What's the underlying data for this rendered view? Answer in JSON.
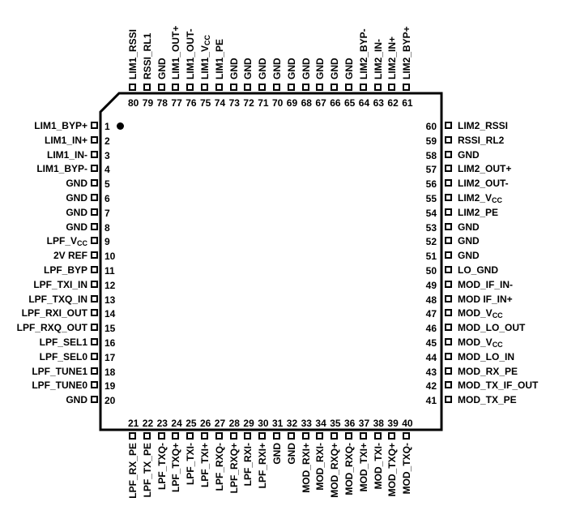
{
  "diagram": {
    "type": "ic-pinout",
    "package": "80-pin quad flat package (top view)",
    "pin1_marker": "dot"
  },
  "pins": {
    "left": [
      {
        "num": "1",
        "name": "LIM1_BYP+"
      },
      {
        "num": "2",
        "name": "LIM1_IN+"
      },
      {
        "num": "3",
        "name": "LIM1_IN-"
      },
      {
        "num": "4",
        "name": "LIM1_BYP-"
      },
      {
        "num": "5",
        "name": "GND"
      },
      {
        "num": "6",
        "name": "GND"
      },
      {
        "num": "7",
        "name": "GND"
      },
      {
        "num": "8",
        "name": "GND"
      },
      {
        "num": "9",
        "name": "LPF_V",
        "sub": "CC"
      },
      {
        "num": "10",
        "name": "2V REF"
      },
      {
        "num": "11",
        "name": "LPF_BYP"
      },
      {
        "num": "12",
        "name": "LPF_TXI_IN"
      },
      {
        "num": "13",
        "name": "LPF_TXQ_IN"
      },
      {
        "num": "14",
        "name": "LPF_RXI_OUT"
      },
      {
        "num": "15",
        "name": "LPF_RXQ_OUT"
      },
      {
        "num": "16",
        "name": "LPF_SEL1"
      },
      {
        "num": "17",
        "name": "LPF_SEL0"
      },
      {
        "num": "18",
        "name": "LPF_TUNE1"
      },
      {
        "num": "19",
        "name": "LPF_TUNE0"
      },
      {
        "num": "20",
        "name": "GND"
      }
    ],
    "bottom": [
      {
        "num": "21",
        "name": "LPF_RX_PE"
      },
      {
        "num": "22",
        "name": "LPF_TX_PE"
      },
      {
        "num": "23",
        "name": "LPF_TXQ-"
      },
      {
        "num": "24",
        "name": "LPF_TXQ+"
      },
      {
        "num": "25",
        "name": "LPF_TXI-"
      },
      {
        "num": "26",
        "name": "LPF_TXI+"
      },
      {
        "num": "27",
        "name": "LPF_RXQ-"
      },
      {
        "num": "28",
        "name": "LPF_RXQ+"
      },
      {
        "num": "29",
        "name": "LPF_RXI-"
      },
      {
        "num": "30",
        "name": "LPF_RXI+"
      },
      {
        "num": "31",
        "name": "GND"
      },
      {
        "num": "32",
        "name": "GND"
      },
      {
        "num": "33",
        "name": "MOD_RXI+"
      },
      {
        "num": "34",
        "name": "MOD_RXI-"
      },
      {
        "num": "35",
        "name": "MOD_RXQ+"
      },
      {
        "num": "36",
        "name": "MOD_RXQ-"
      },
      {
        "num": "37",
        "name": "MOD_TXI+"
      },
      {
        "num": "38",
        "name": "MOD_TXI-"
      },
      {
        "num": "39",
        "name": "MOD_TXQ+"
      },
      {
        "num": "40",
        "name": "MOD_TXQ-"
      }
    ],
    "right": [
      {
        "num": "60",
        "name": "LIM2_RSSI"
      },
      {
        "num": "59",
        "name": "RSSI_RL2"
      },
      {
        "num": "58",
        "name": "GND"
      },
      {
        "num": "57",
        "name": "LIM2_OUT+"
      },
      {
        "num": "56",
        "name": "LIM2_OUT-"
      },
      {
        "num": "55",
        "name": "LIM2_V",
        "sub": "CC"
      },
      {
        "num": "54",
        "name": "LIM2_PE"
      },
      {
        "num": "53",
        "name": "GND"
      },
      {
        "num": "52",
        "name": "GND"
      },
      {
        "num": "51",
        "name": "GND"
      },
      {
        "num": "50",
        "name": "LO_GND"
      },
      {
        "num": "49",
        "name": "MOD_IF_IN-"
      },
      {
        "num": "48",
        "name": "MOD IF_IN+"
      },
      {
        "num": "47",
        "name": "MOD_V",
        "sub": "CC"
      },
      {
        "num": "46",
        "name": "MOD_LO_OUT"
      },
      {
        "num": "45",
        "name": "MOD_V",
        "sub": "CC"
      },
      {
        "num": "44",
        "name": "MOD_LO_IN"
      },
      {
        "num": "43",
        "name": "MOD_RX_PE"
      },
      {
        "num": "42",
        "name": "MOD_TX_IF_OUT"
      },
      {
        "num": "41",
        "name": "MOD_TX_PE"
      }
    ],
    "top": [
      {
        "num": "80",
        "name": "LIM1_RSSI"
      },
      {
        "num": "79",
        "name": "RSSI_RL1"
      },
      {
        "num": "78",
        "name": "GND"
      },
      {
        "num": "77",
        "name": "LIM1_OUT+"
      },
      {
        "num": "76",
        "name": "LIM1_OUT-"
      },
      {
        "num": "75",
        "name": "LIM1_V",
        "sub": "CC"
      },
      {
        "num": "74",
        "name": "LIM1_PE"
      },
      {
        "num": "73",
        "name": "GND"
      },
      {
        "num": "72",
        "name": "GND"
      },
      {
        "num": "71",
        "name": "GND"
      },
      {
        "num": "70",
        "name": "GND"
      },
      {
        "num": "69",
        "name": "GND"
      },
      {
        "num": "68",
        "name": "GND"
      },
      {
        "num": "67",
        "name": "GND"
      },
      {
        "num": "66",
        "name": "GND"
      },
      {
        "num": "65",
        "name": "GND"
      },
      {
        "num": "64",
        "name": "LIM2_BYP-"
      },
      {
        "num": "63",
        "name": "LIM2_IN-"
      },
      {
        "num": "62",
        "name": "LIM2_IN+"
      },
      {
        "num": "61",
        "name": "LIM2_BYP+"
      }
    ]
  },
  "colors": {
    "ink": "#000000",
    "background": "#ffffff"
  }
}
